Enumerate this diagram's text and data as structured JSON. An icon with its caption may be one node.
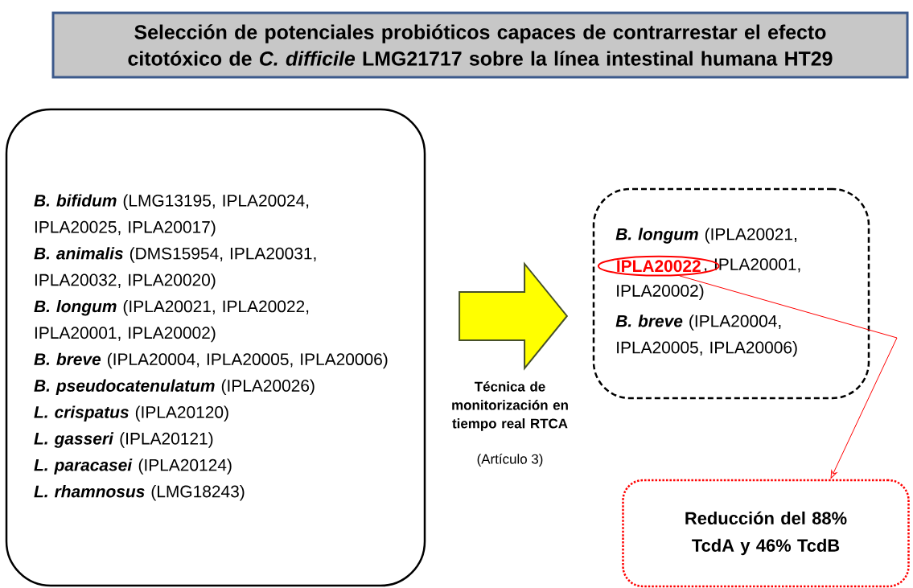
{
  "diagram": {
    "title": "Selección de potenciales probióticos capaces de contrarrestar el efecto citotóxico de *C. difficile* LMG21717 sobre la línea intestinal humana HT29",
    "nodes": [
      {
        "text": [
          "**B. bifidum** (LMG13195, IPLA20024, IPLA20025, IPLA20017)",
          "**B. animalis** (DMS15954, IPLA20031, IPLA20032, IPLA20020)",
          "**B. longum** (IPLA20021, IPLA20022, IPLA20001, IPLA20002)",
          "**B. breve** (IPLA20004, IPLA20005, IPLA20006)",
          "**B. pseudocatenulatum** (IPLA20026)",
          "**L. crispatus** (IPLA20120)",
          "**L. gasseri** (IPLA20121)",
          "**L. paracasei** (IPLA20124)",
          "**L. rhamnosus** (LMG18243)"
        ]
      },
      {
        "text": [
          "**B. longum** (IPLA20021,",
          ", IPLA20001, IPLA20002)",
          "**B. breve** (IPLA20004, IPLA20005, IPLA20006)"
        ]
      },
      {
        "text": [
          "IPLA20022"
        ],
        "in": 1
      },
      {
        "text": [
          "Reducción del 88% TcdA y 46% TcdB"
        ]
      }
    ],
    "edges": [
      {
        "from": 0,
        "to": 1,
        "arrow": "to",
        "label": "Técnica de monitorización en tiempo real RTCA",
        "color": "#ffff00"
      },
      {
        "from": 2,
        "to": 3,
        "arrow": "to",
        "color": "#ff0000"
      }
    ],
    "labels": [
      "(Artículo 3)"
    ]
  }
}
